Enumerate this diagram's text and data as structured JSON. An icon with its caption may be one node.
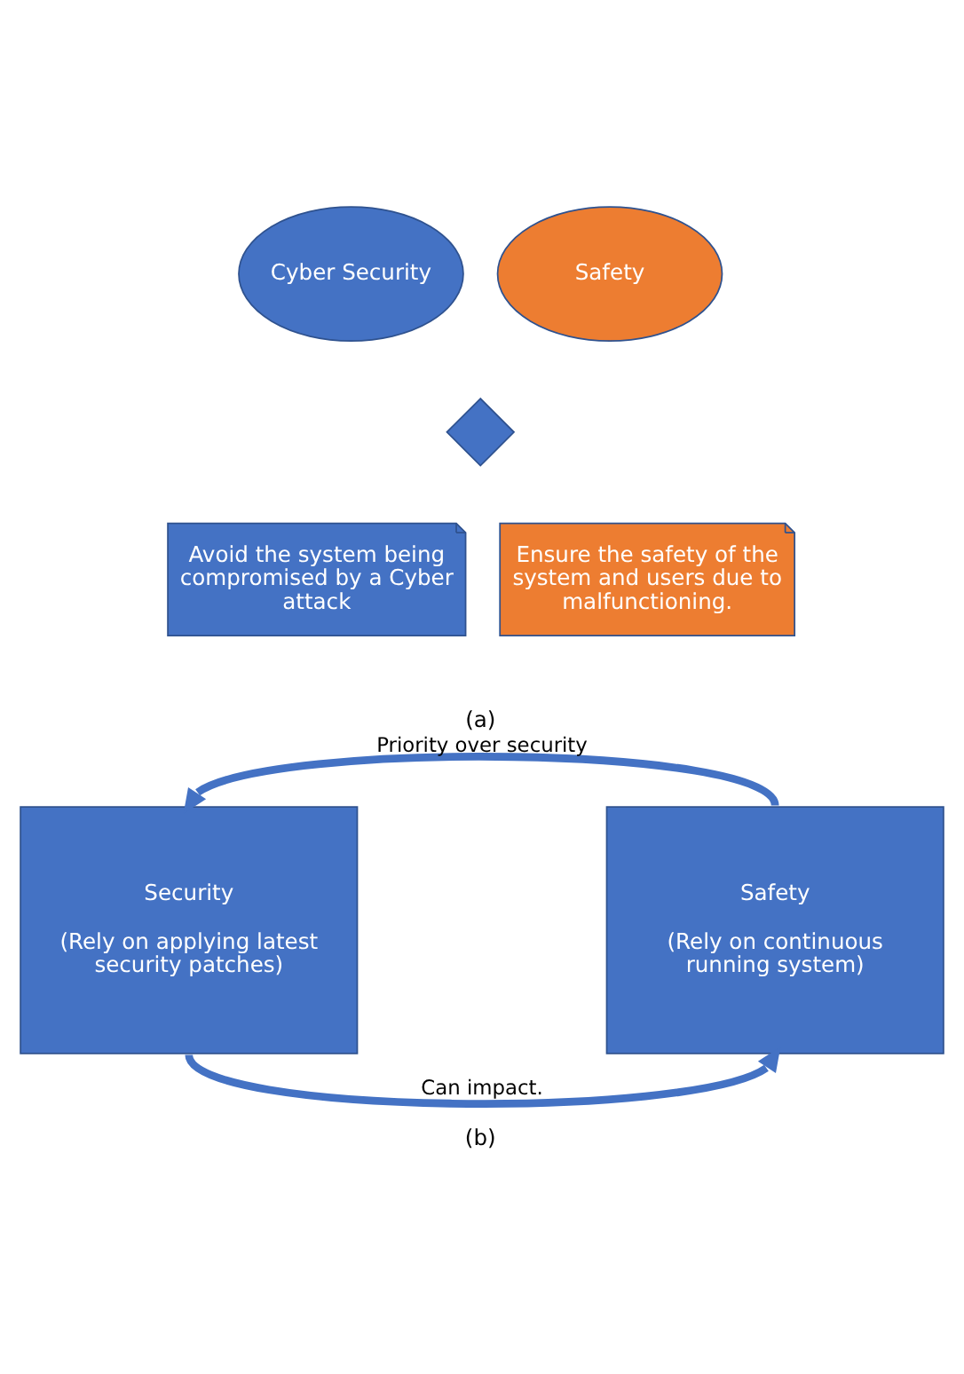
{
  "diagram": {
    "nodes": [
      {
        "text": [
          "Cyber Security"
        ]
      },
      {
        "text": [
          "Safety"
        ]
      },
      {
        "text": [],
        "shape": "cross"
      },
      {
        "text": [
          "Avoid the system being compromised by a Cyber attack"
        ]
      },
      {
        "text": [
          "Ensure the safety of the system and users due to malfunctioning."
        ]
      },
      {
        "text": [
          "Security",
          "(Rely on applying latest security patches)"
        ]
      },
      {
        "text": [
          "Safety",
          "(Rely on continuous running system)"
        ]
      }
    ],
    "edges": [
      {
        "from": 6,
        "to": 5,
        "arrow": "to",
        "label": "Priority over security"
      },
      {
        "from": 5,
        "to": 6,
        "arrow": "to",
        "label": "Can impact."
      }
    ],
    "labels": [
      "(a)",
      "(b)"
    ]
  }
}
